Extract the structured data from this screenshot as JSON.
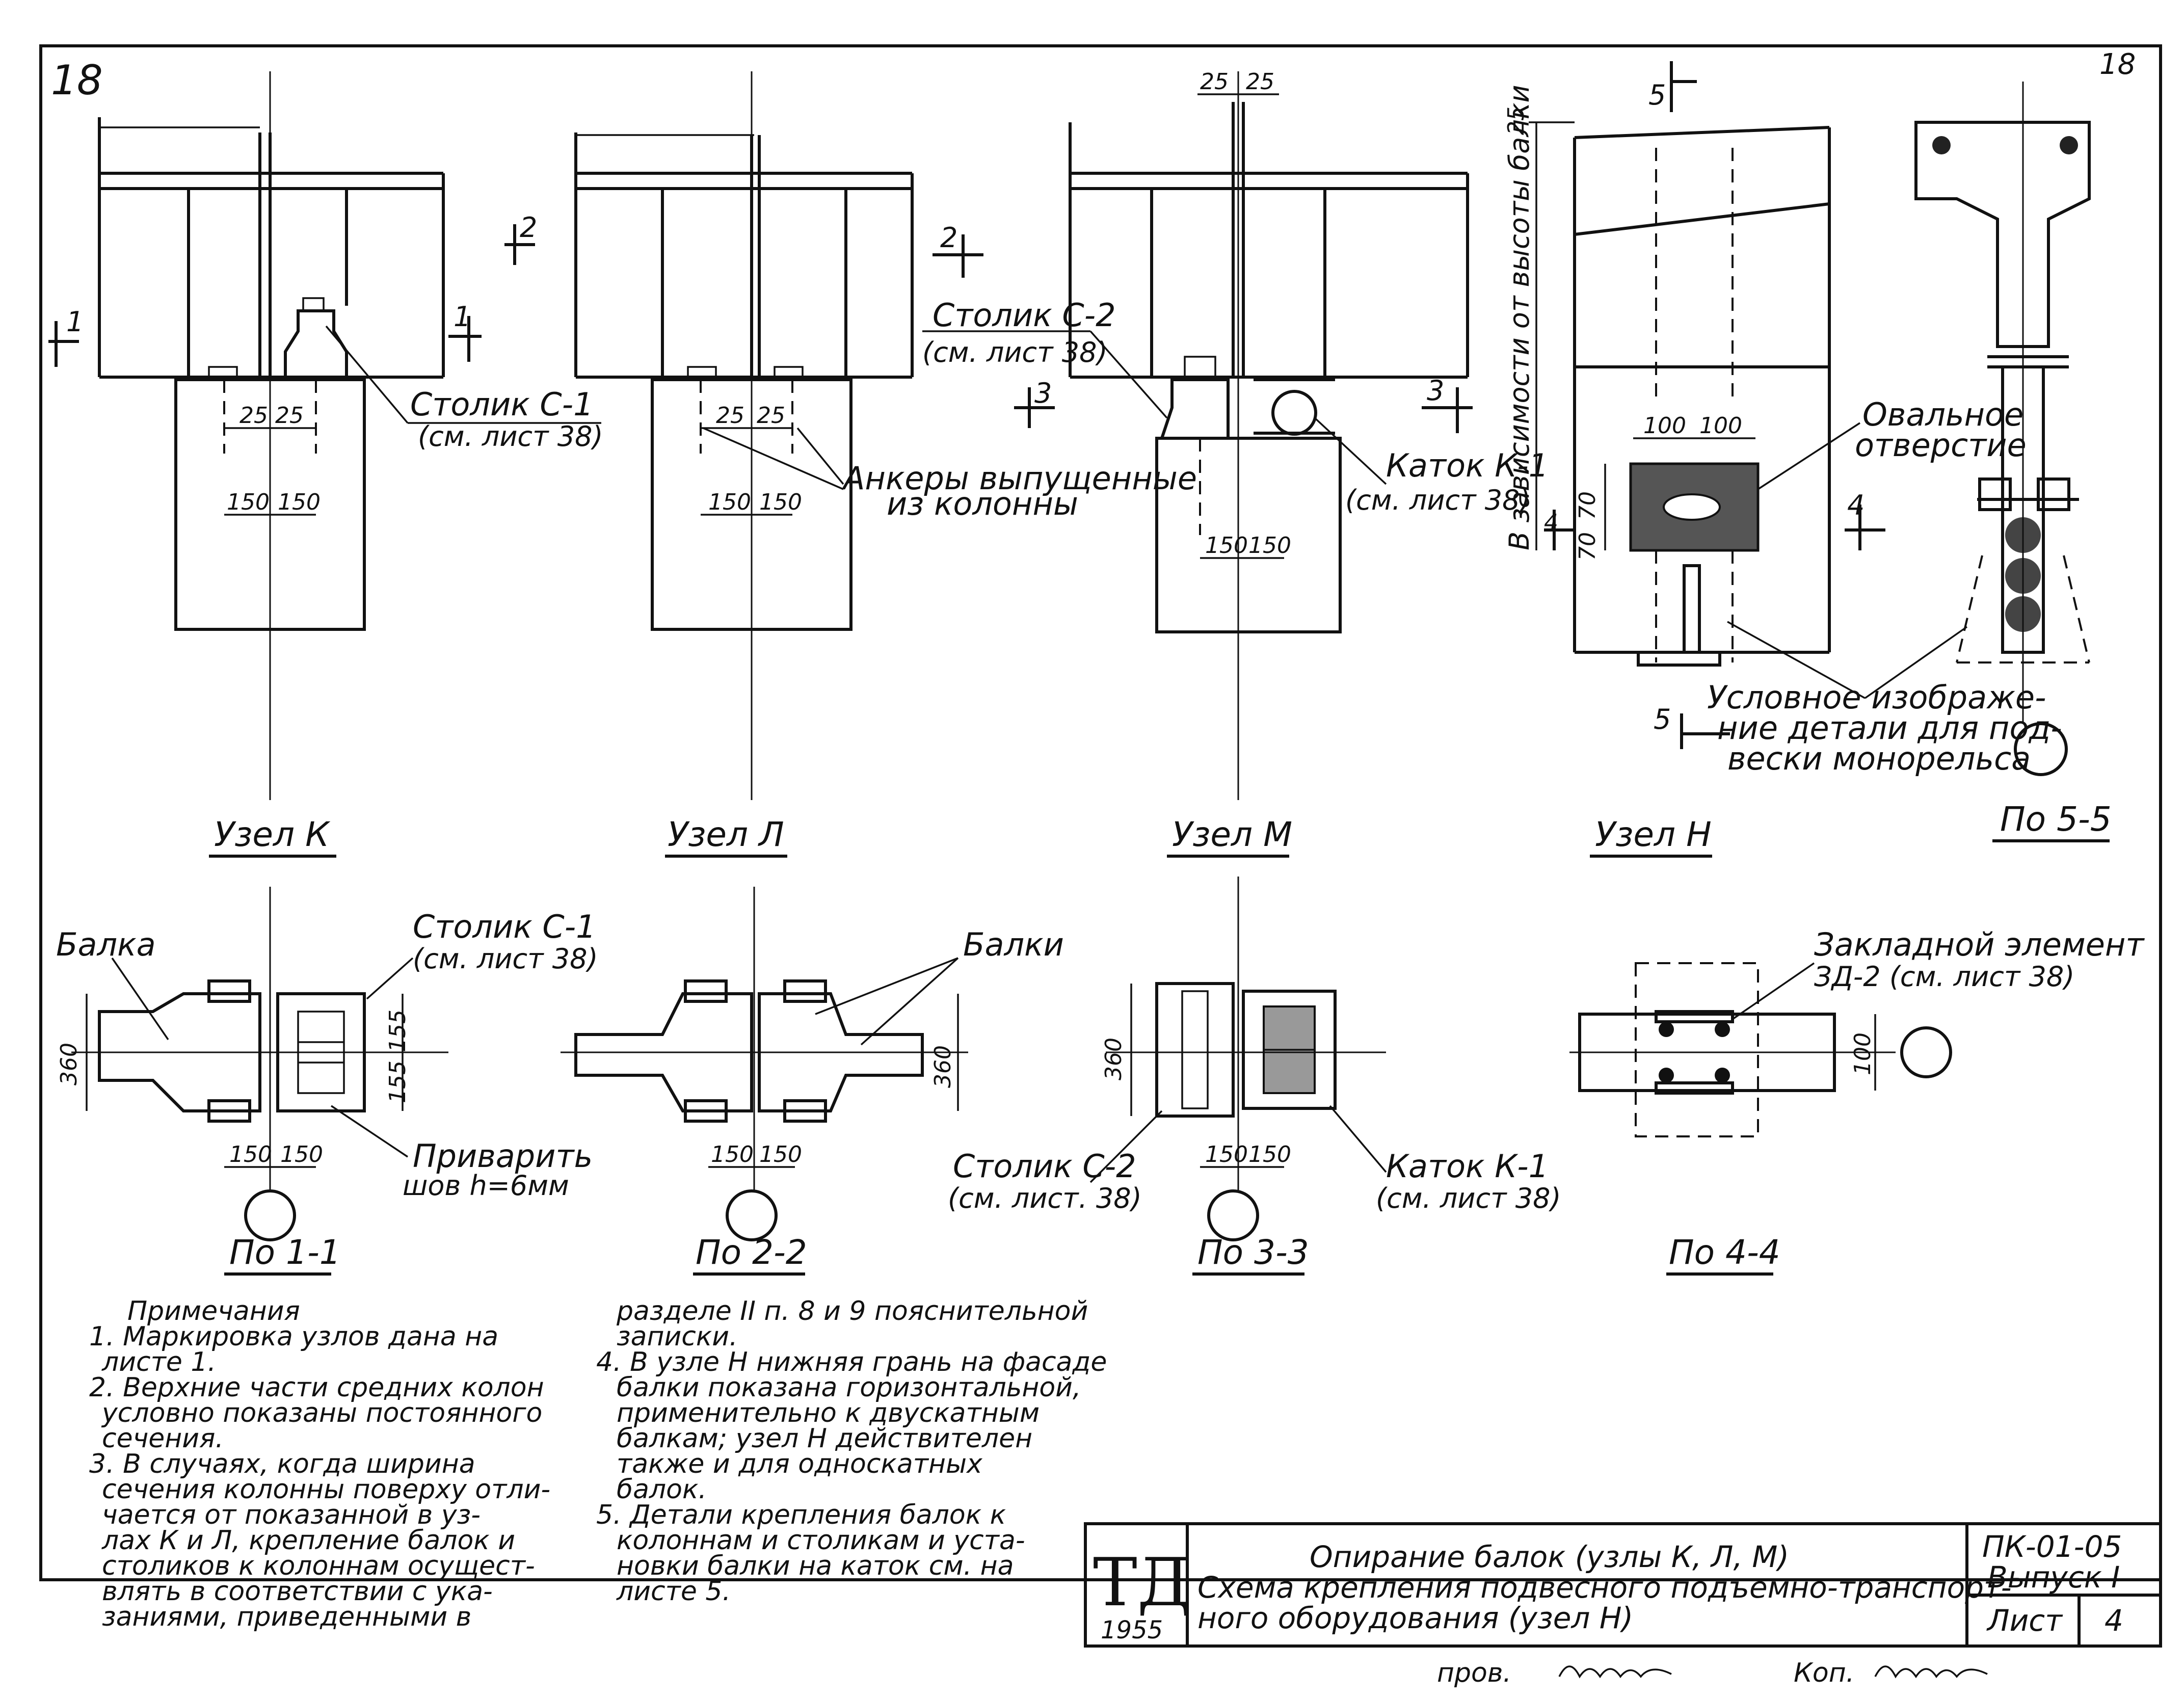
{
  "sheet": {
    "number_left": "18",
    "number_right": "18"
  },
  "nodes": {
    "k": {
      "title": "Узел К",
      "section": "По 1-1"
    },
    "l": {
      "title": "Узел Л",
      "section": "По 2-2"
    },
    "m": {
      "title": "Узел М",
      "section": "По 3-3"
    },
    "n": {
      "title": "Узел Н",
      "section": "По 4-4"
    },
    "s55": {
      "section": "По 5-5"
    }
  },
  "callouts": {
    "stolik_c1": "Столик С-1",
    "stolik_c1_ref": "(см. лист 38)",
    "stolik_c2": "Столик С-2",
    "stolik_c2_ref": "(см. лист 38)",
    "ankery_1": "Анкеры выпущенные",
    "ankery_2": "из колонны",
    "katok_k1": "Каток К-1",
    "katok_k1_ref": "(см. лист 38)",
    "oval_1": "Овальное",
    "oval_2": "отверстие",
    "dependence": "В зависимости от высоты балки",
    "uslovnoe_1": "Условное изображе-",
    "uslovnoe_2": "ние детали для под-",
    "uslovnoe_3": "вески монорельса",
    "balka": "Балка",
    "balki": "Балки",
    "privarit_1": "Приварить",
    "privarit_2": "шов h=6мм",
    "stolik_c1_plan": "Столик С-1",
    "stolik_c1_plan_ref": "(см. лист 38)",
    "stolik_c2_plan": "Столик С-2",
    "stolik_c2_plan_ref": "(см. лист. 38)",
    "katok_plan": "Каток К-1",
    "katok_plan_ref": "(см. лист 38)",
    "zakladnoi_1": "Закладной элемент",
    "zakladnoi_2": "ЗД-2 (см. лист 38)"
  },
  "dims": {
    "d25a": "25",
    "d25b": "25",
    "d150a": "150",
    "d150b": "150",
    "d100a": "100",
    "d100b": "100",
    "d70a": "70",
    "d70b": "70",
    "d360": "360",
    "d155a": "155",
    "d155b": "155",
    "d100v": "100",
    "d4": "4"
  },
  "section_marks": {
    "m1": "1",
    "m2": "2",
    "m3": "3",
    "m4": "4",
    "m5": "5"
  },
  "notes": {
    "heading": "Примечания",
    "lines_left": [
      "1. Маркировка узлов дана на",
      "листе 1.",
      "2. Верхние части средних колон",
      "условно показаны постоянного",
      "сечения.",
      "3. В случаях, когда ширина",
      "сечения колонны поверху отли-",
      "чается от показанной в уз-",
      "лах К и Л, крепление балок и",
      "столиков к колоннам осущест-",
      "влять в соответствии с ука-",
      "заниями, приведенными в"
    ],
    "lines_right": [
      "разделе II п. 8 и 9 пояснительной",
      "записки.",
      "4. В узле Н нижняя грань на фасаде",
      "балки показана горизонтальной,",
      "применительно к двускатным",
      "балкам; узел Н действителен",
      "также и для односкатных",
      "балок.",
      "5. Детали крепления балок к",
      "колоннам и столикам и уста-",
      "новки балки на каток см. на",
      "листе 5."
    ]
  },
  "title_block": {
    "logo": "ТД",
    "year": "1955",
    "line1": "Опирание балок (узлы К, Л, М)",
    "line2": "Схема крепления подвесного подъемно-транспорт-",
    "line3": "ного оборудования (узел Н)",
    "code": "ПК-01-05",
    "issue": "Выпуск I",
    "sheet_label": "Лист",
    "sheet_no": "4"
  },
  "signatures": {
    "checked": "пров.",
    "copied": "Коп."
  }
}
